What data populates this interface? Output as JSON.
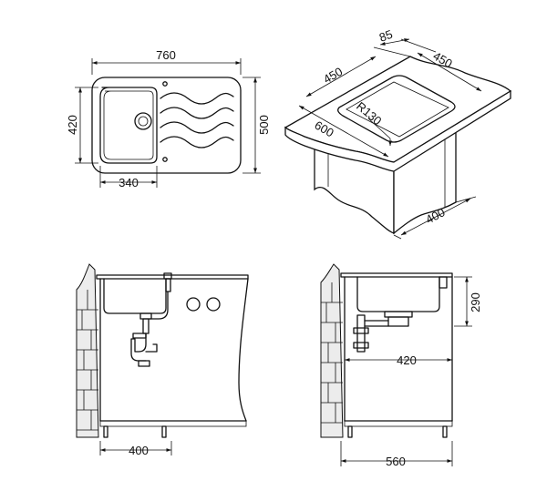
{
  "top_view": {
    "width": "760",
    "depth": "500",
    "bowl_depth": "420",
    "bowl_width": "340"
  },
  "iso_view": {
    "rim_side": "85",
    "cut_left": "450",
    "cut_right": "450",
    "radius": "R130",
    "cutout_length": "600",
    "cabinet_depth": "400"
  },
  "front_view": {
    "cabinet_width": "400"
  },
  "side_view": {
    "bowl_height": "290",
    "waste_offset": "420",
    "cabinet_depth": "560"
  }
}
